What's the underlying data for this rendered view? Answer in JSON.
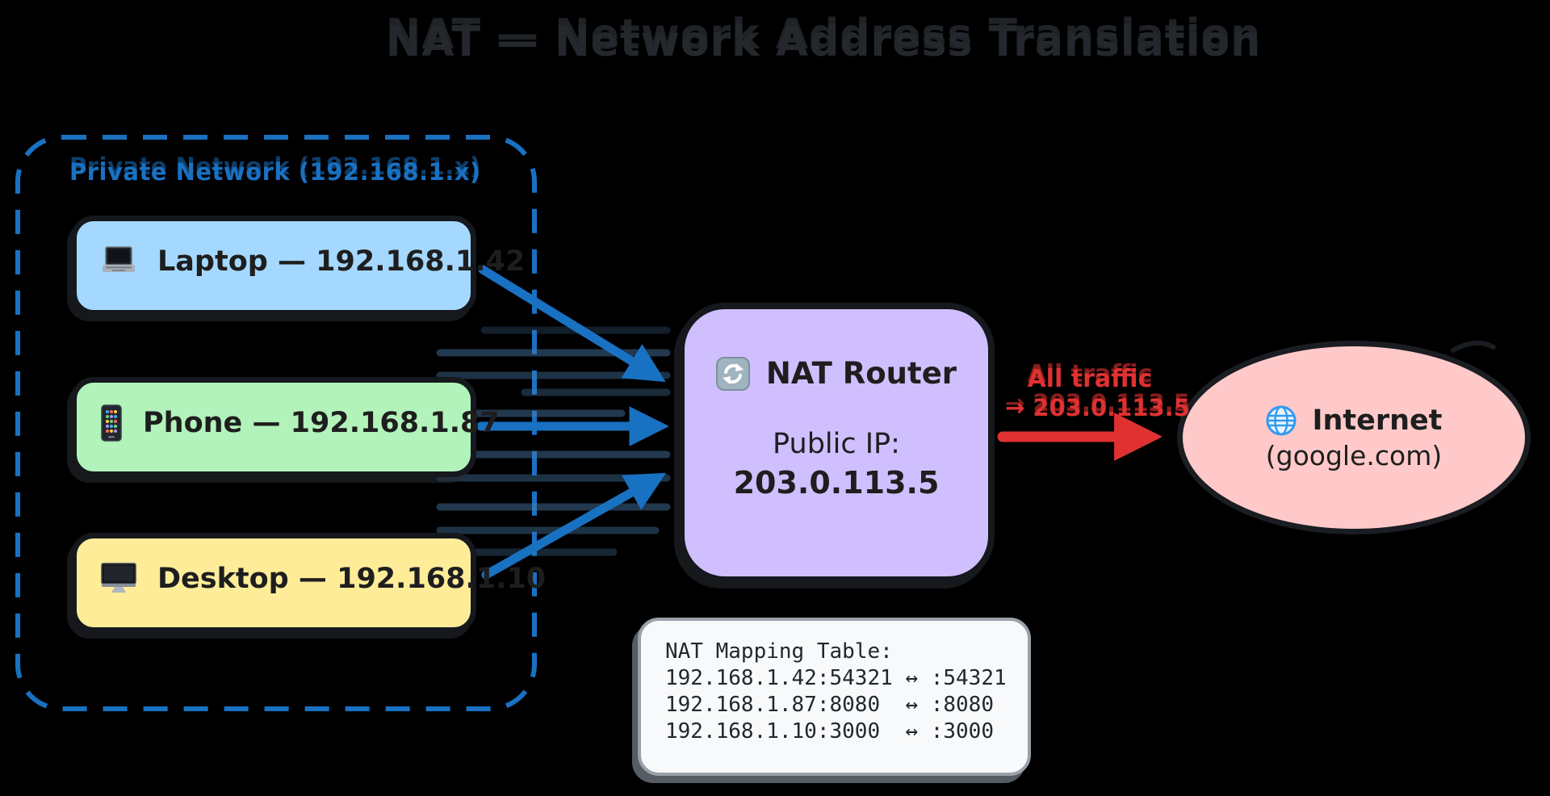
{
  "title": "NAT — Network Address Translation",
  "colors": {
    "background": "#000000",
    "accent_blue": "#1971c2",
    "traffic_red": "#e03131",
    "router_bg": "#d0bfff",
    "internet_bg": "#ffc9c9",
    "table_bg": "#f8f9fa",
    "ink": "#1e1e1e"
  },
  "private_network": {
    "label": "Private Network (192.168.1.x)",
    "devices": [
      {
        "icon": "laptop-icon",
        "label": "Laptop — 192.168.1.42",
        "color": "#a5d8ff"
      },
      {
        "icon": "phone-icon",
        "label": "Phone — 192.168.1.87",
        "color": "#b2f2bb"
      },
      {
        "icon": "desktop-icon",
        "label": "Desktop — 192.168.1.10",
        "color": "#ffec99"
      }
    ]
  },
  "router": {
    "icon": "refresh-icon",
    "title": "NAT Router",
    "public_ip_label": "Public IP:",
    "public_ip": "203.0.113.5"
  },
  "traffic_label": {
    "line1": "All traffic",
    "line2": "→ 203.0.113.5"
  },
  "internet": {
    "icon": "globe-icon",
    "title": "Internet",
    "subtitle": "(google.com)"
  },
  "mapping_table": {
    "title": "NAT Mapping Table:",
    "rows": [
      "192.168.1.42:54321 ↔ :54321",
      "192.168.1.87:8080  ↔ :8080",
      "192.168.1.10:3000  ↔ :3000"
    ]
  }
}
